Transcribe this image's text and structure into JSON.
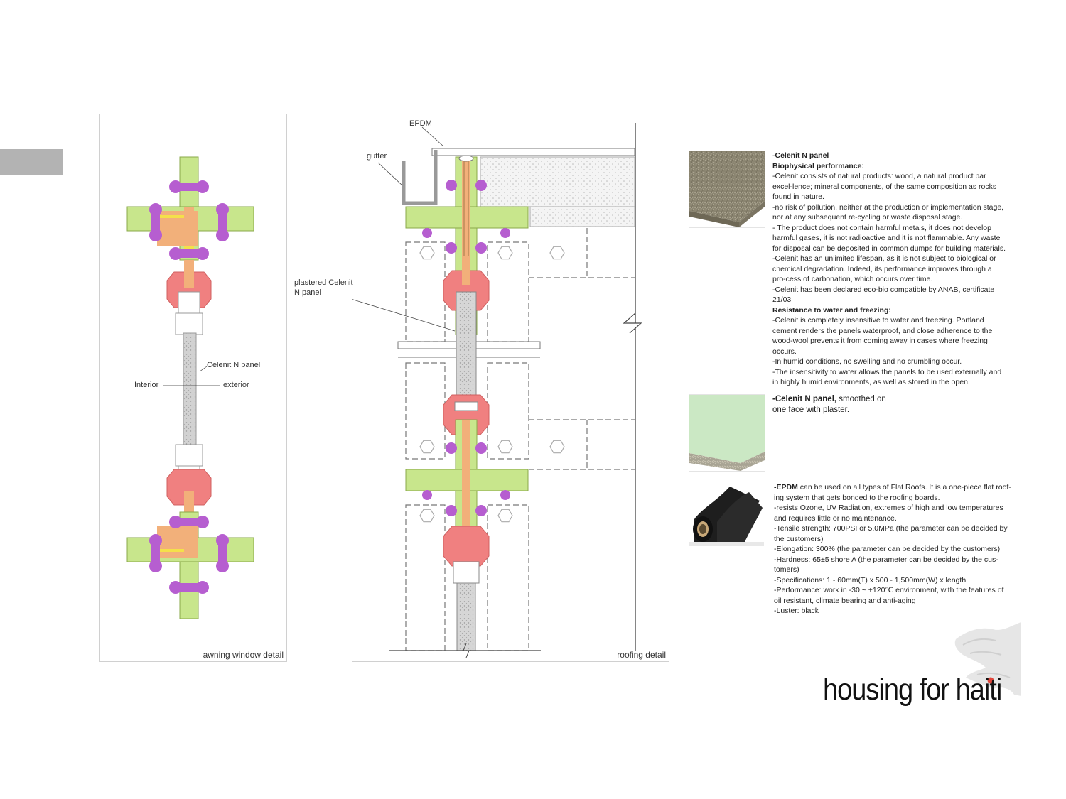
{
  "left_panel": {
    "caption": "awning window detail",
    "labels": {
      "celenit": "Celenit N panel",
      "interior": "Interior",
      "exterior": "exterior"
    }
  },
  "mid_panel": {
    "caption": "roofing detail",
    "labels": {
      "epdm": "EPDM",
      "gutter": "gutter",
      "plastered_1": "plastered Celenit",
      "plastered_2": "N panel"
    }
  },
  "materials": {
    "celenit": {
      "title": "-Celenit N panel",
      "h1": "Biophysical performance:",
      "p1": "-Celenit consists of natural products: wood, a natural product par excel-lence; mineral components, of the same composition as rocks found in nature.",
      "p2": "-no risk of pollution, neither at the production or implementation stage, nor at any subsequent re-cycling or waste disposal stage.",
      "p3": "- The product does not contain harmful metals, it does not develop harmful gases, it is not radioactive and it is not flammable. Any waste for disposal can be deposited in common dumps for building materials.",
      "p4": "-Celenit has an unlimited lifespan, as it is not subject to biological or chemical degradation. Indeed, its performance improves through a pro-cess of carbonation, which occurs over time.",
      "p5": "-Celenit has been declared eco-bio compatible by ANAB, certificate 21/03",
      "h2": "Resistance to water and freezing:",
      "p6": "-Celenit is completely insensitive to water and freezing. Portland cement renders the panels waterproof, and close adherence to the wood-wool prevents it from coming away in cases where freezing occurs.",
      "p7": "-In humid conditions, no swelling and no crumbling occur.",
      "p8": "-The insensitivity to water allows the panels to be used externally and in highly humid environments, as well as stored in the open."
    },
    "plaster": {
      "title": "-Celenit N panel,",
      "rest": " smoothed on one face with plaster."
    },
    "epdm": {
      "title": "-EPDM",
      "intro": " can be used on all types of Flat Roofs. It is a one-piece flat roof-ing system that gets bonded to the roofing boards.",
      "p1": "-resists Ozone, UV Radiation, extremes of high and low temperatures and requires little or no maintenance.",
      "p2": "-Tensile strength: 700PSI or 5.0MPa (the parameter can be decided by the customers)",
      "p3": "-Elongation: 300% (the parameter can be decided by the customers)",
      "p4": "-Hardness: 65±5 shore A (the parameter can be decided by the cus-tomers)",
      "p5": "-Specifications: 1 - 60mm(T) x 500 - 1,500mm(W) x length",
      "p6": "-Performance: work in -30 ~ +120℃ environment, with the features of oil resistant, climate bearing and anti-aging",
      "p7": "-Luster: black"
    }
  },
  "brand": {
    "title": "housing for haiti"
  },
  "colors": {
    "green": "#c8e68c",
    "green_stroke": "#8aa84a",
    "purple": "#b65ed0",
    "salmon": "#f08080",
    "orange": "#f2b07a",
    "yellow": "#f4e04a",
    "panel_fill": "#cfcfcf",
    "marker": "#e0453a"
  }
}
